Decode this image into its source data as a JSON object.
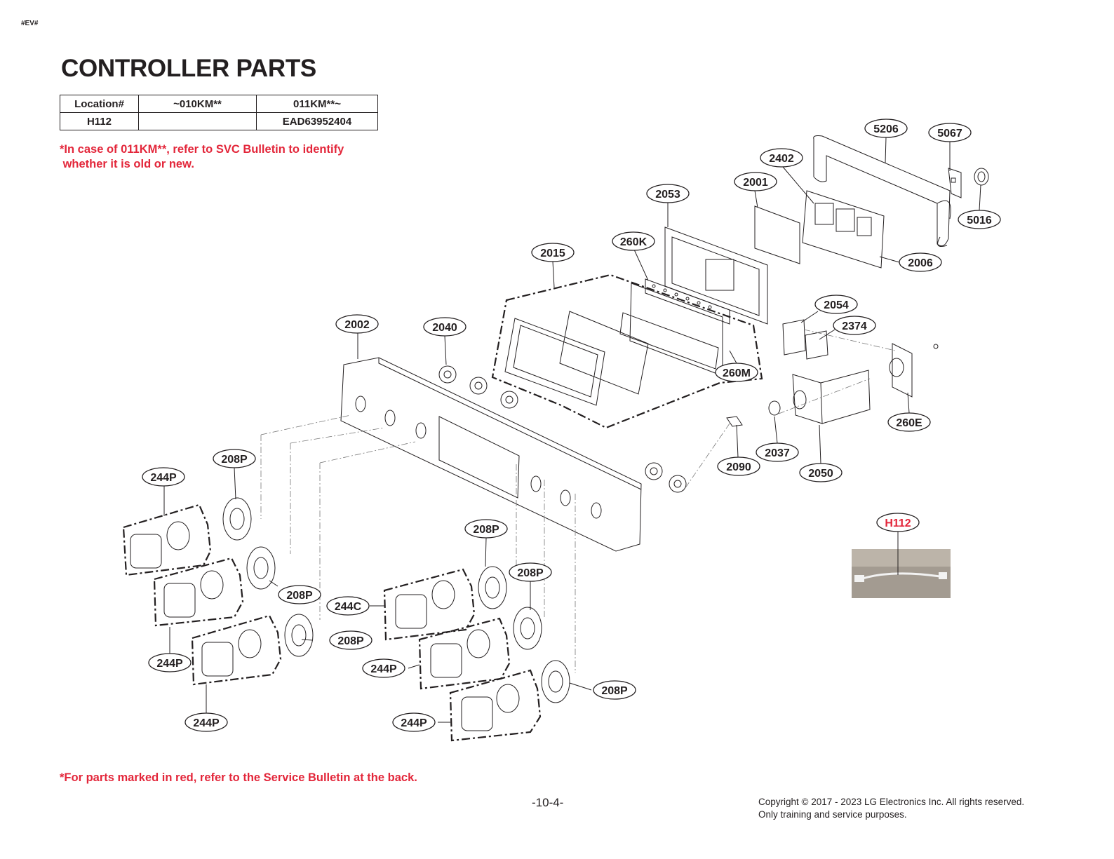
{
  "header_tag": "#EV#",
  "title": "CONTROLLER PARTS",
  "table": {
    "headers": [
      "Location#",
      "~010KM**",
      "011KM**~"
    ],
    "rows": [
      [
        "H112",
        "",
        "EAD63952404"
      ]
    ]
  },
  "note_top": "*In case of 011KM**, refer to SVC Bulletin to identify\n whether it is old or new.",
  "note_bottom": "*For parts marked in red, refer to the Service Bulletin at the back.",
  "page_number": "-10-4-",
  "copyright": "Copyright © 2017 - 2023 LG Electronics Inc. All rights reserved.",
  "copyright_line2": "Only training and service purposes.",
  "colors": {
    "red": "#e3263a",
    "ink": "#231f20"
  },
  "labels": {
    "5206": "5206",
    "5067": "5067",
    "2402": "2402",
    "2001": "2001",
    "2053": "2053",
    "5016": "5016",
    "260K": "260K",
    "2015": "2015",
    "2006": "2006",
    "2054": "2054",
    "2374": "2374",
    "2002": "2002",
    "2040": "2040",
    "260M": "260M",
    "260E": "260E",
    "2037": "2037",
    "2090": "2090",
    "2050": "2050",
    "208P": "208P",
    "244P": "244P",
    "244C": "244C",
    "H112": "H112"
  }
}
